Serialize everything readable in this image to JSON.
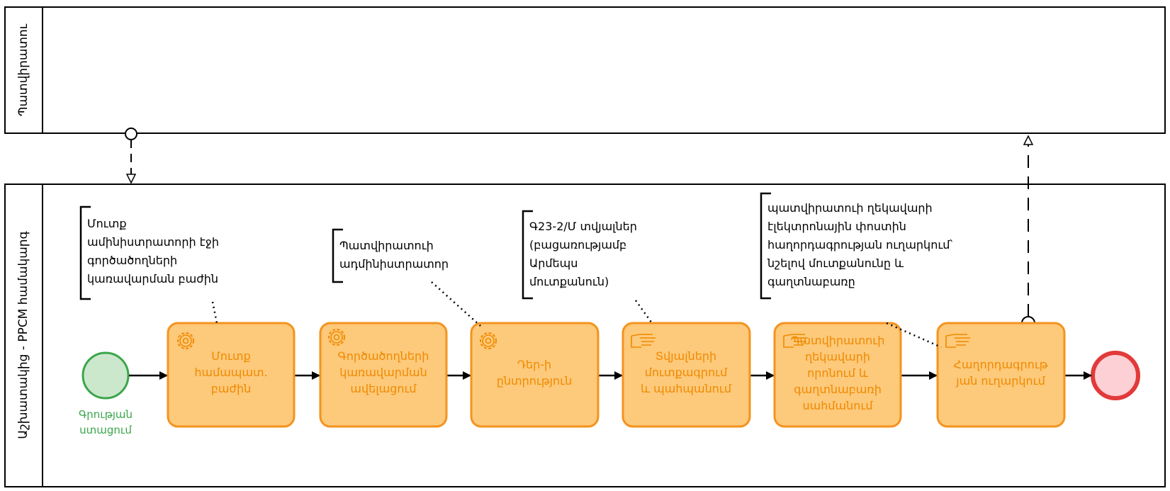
{
  "pools": {
    "top_label": "Պատվիրատու",
    "bottom_label": "Աշխատակից - PPCM համակարգ"
  },
  "start_event": {
    "label_lines": [
      "Գրության",
      "ստացում"
    ]
  },
  "tasks": [
    {
      "id": "t1",
      "icon": "gear-icon",
      "lines": [
        "Մուտք",
        "համապատ.",
        "բաժին"
      ]
    },
    {
      "id": "t2",
      "icon": "gear-icon",
      "lines": [
        "Գործածողների",
        "կառավարման",
        "ավելացում"
      ]
    },
    {
      "id": "t3",
      "icon": "gear-icon",
      "lines": [
        "Դեր-ի",
        "ընտրություն"
      ]
    },
    {
      "id": "t4",
      "icon": "hand-icon",
      "lines": [
        "Տվյալների",
        "մուտքագրում",
        "և պահպանում"
      ]
    },
    {
      "id": "t5",
      "icon": "hand-icon",
      "lines": [
        "Պատվիրատուի",
        "ղեկավարի",
        "որոնում և",
        "գաղտնաբառի",
        "սահմանում"
      ]
    },
    {
      "id": "t6",
      "icon": "hand-icon",
      "lines": [
        "Հաղորդագրութ",
        "յան ուղարկում"
      ]
    }
  ],
  "annotations": [
    {
      "id": "a1",
      "lines": [
        "Մուտք",
        "ամինիստրատորի էջի",
        "գործածողների",
        "կառավարման բաժին"
      ]
    },
    {
      "id": "a2",
      "lines": [
        "Պատվիրատուի",
        "ադմինիստրատոր"
      ]
    },
    {
      "id": "a3",
      "lines": [
        "Գ23-2/Մ տվյալներ",
        "(բացառությամբ",
        "Արմեպս",
        "մուտքանուն)"
      ]
    },
    {
      "id": "a4",
      "lines": [
        "պատվիրատուի ղեկավարի",
        "էլեկտրոնային փոստին",
        "հաղորդագրության ուղարկում՝",
        "նշելով մուտքանունը և",
        "գաղտնաբառը"
      ]
    }
  ],
  "colors": {
    "task_fill": "#fdc97a",
    "task_stroke": "#f4931f",
    "task_text": "#ef8a00",
    "start_fill": "#cce8cc",
    "start_stroke": "#3aa64b",
    "end_fill": "#fdd0d5",
    "end_stroke": "#e23a3a",
    "line": "#000000"
  }
}
